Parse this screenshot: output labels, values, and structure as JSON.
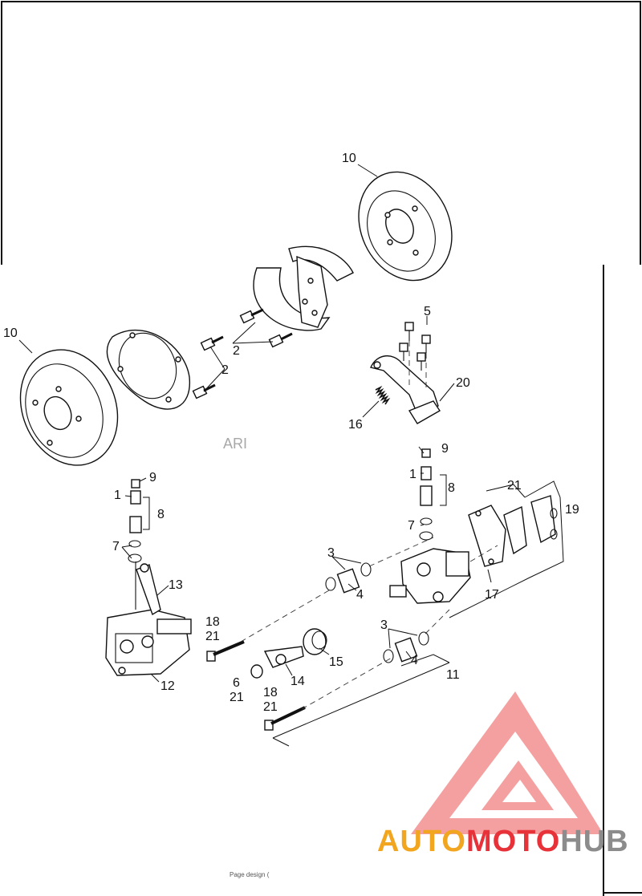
{
  "labels": {
    "p10_top": "10",
    "p10_left": "10",
    "p2_a": "2",
    "p2_b": "2",
    "p5": "5",
    "p20": "20",
    "p16": "16",
    "p9_right": "9",
    "p1_right": "1",
    "p8_right": "8",
    "p7_right": "7",
    "p21_top": "21",
    "p19": "19",
    "p17": "17",
    "p3_top": "3",
    "p4_top": "4",
    "p3_bot": "3",
    "p4_bot": "4",
    "p11": "11",
    "p15": "15",
    "p14": "14",
    "p6": "6",
    "p21_6": "21",
    "p18_a": "18",
    "p21_a": "21",
    "p18_b": "18",
    "p21_b": "21",
    "p9_left": "9",
    "p1_left": "1",
    "p8_left": "8",
    "p7_left": "7",
    "p13": "13",
    "p12": "12"
  },
  "watermark": "ARI",
  "footer": "Page design (",
  "logo": {
    "auto": "AUTO",
    "moto": "MOTO",
    "hub": "HUB"
  },
  "colors": {
    "logo_red": "#e8323a",
    "logo_orange": "#f2a51f",
    "logo_gray": "#8c8c8c",
    "triangle": "#f08080"
  }
}
